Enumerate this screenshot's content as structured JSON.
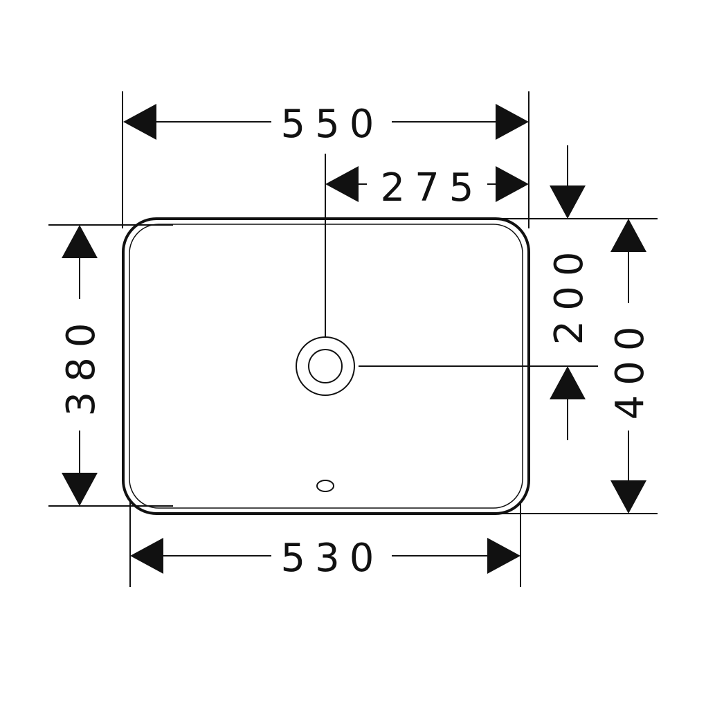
{
  "colors": {
    "line": "#111111",
    "background": "#ffffff"
  },
  "dimensions": {
    "overall_width": "550",
    "drain_offset_x": "275",
    "overall_depth": "400",
    "drain_offset_y": "200",
    "inner_depth": "380",
    "base_width": "530"
  }
}
